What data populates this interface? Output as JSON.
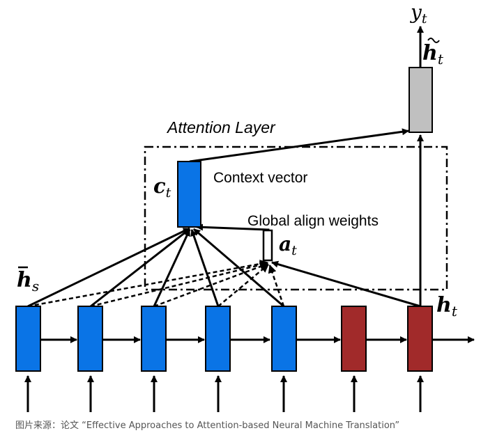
{
  "diagram": {
    "attention_layer_label": "Attention Layer",
    "context_vector_label": "Context vector",
    "global_align_weights_label": "Global align weights",
    "labels": {
      "y_base": "y",
      "y_sub": "t",
      "htilde_base": "h",
      "htilde_sub": "t",
      "ct_base": "c",
      "ct_sub": "t",
      "at_base": "a",
      "at_sub": "t",
      "hbar_s_base": "h",
      "hbar_s_sub": "s",
      "ht_base": "h",
      "ht_sub": "t"
    },
    "colors": {
      "encoder": "#0a74e6",
      "decoder": "#a12a2a",
      "output": "#c0c0c0",
      "line": "#000000"
    },
    "encoder_count": 5,
    "decoder_count": 2
  },
  "caption": "图片来源：论文 “Effective Approaches to Attention-based Neural Machine Translation”"
}
